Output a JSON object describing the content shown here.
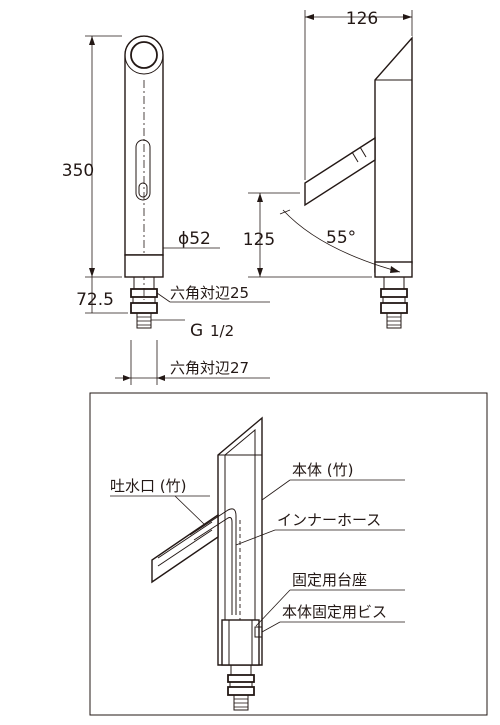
{
  "dimensions": {
    "height_main": "350",
    "base_height": "72.5",
    "diameter": "ϕ52",
    "hex_top": "六角対辺25",
    "thread_g": "G",
    "thread_half": "1/2",
    "hex_bottom": "六角対辺27",
    "spout_reach": "126",
    "spout_height": "125",
    "spout_angle": "55°"
  },
  "parts": {
    "spout": "吐水口 (竹)",
    "body": "本体 (竹)",
    "inner_hose": "インナーホース",
    "mount_base": "固定用台座",
    "mount_screw": "本体固定用ビス"
  }
}
